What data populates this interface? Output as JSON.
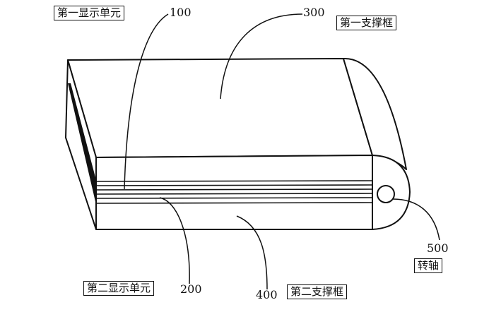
{
  "labels": {
    "second_display_unit_top": "第一显示单元",
    "first_support_frame": "第一支撑框",
    "second_display_unit_bottom": "第二显示单元",
    "second_support_frame": "第二支撑框",
    "rotating_shaft": "转轴"
  },
  "reference_numbers": {
    "n100": "100",
    "n200": "200",
    "n300": "300",
    "n400": "400",
    "n500": "500"
  },
  "colors": {
    "stroke": "#111111",
    "fill": "#ffffff"
  }
}
